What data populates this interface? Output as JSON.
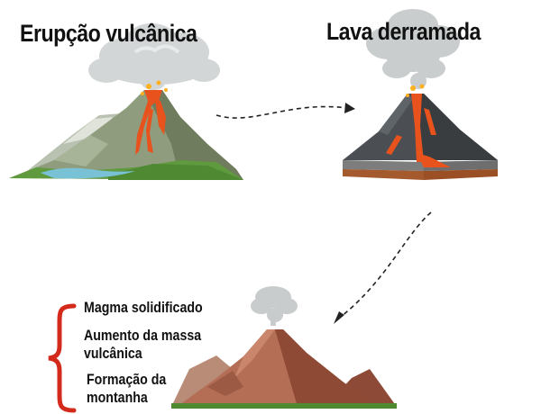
{
  "titles": {
    "eruption": "Erupção vulcânica",
    "lava": "Lava derramada"
  },
  "labels": {
    "magma": "Magma solidificado",
    "mass_line1": "Aumento da massa",
    "mass_line2": "vulcânica",
    "formation_line1": "Formação da",
    "formation_line2": "montanha"
  },
  "colors": {
    "lava": "#e8521c",
    "brace": "#d42a1c",
    "smoke": "#cfd3d3",
    "arrow": "#222222"
  }
}
